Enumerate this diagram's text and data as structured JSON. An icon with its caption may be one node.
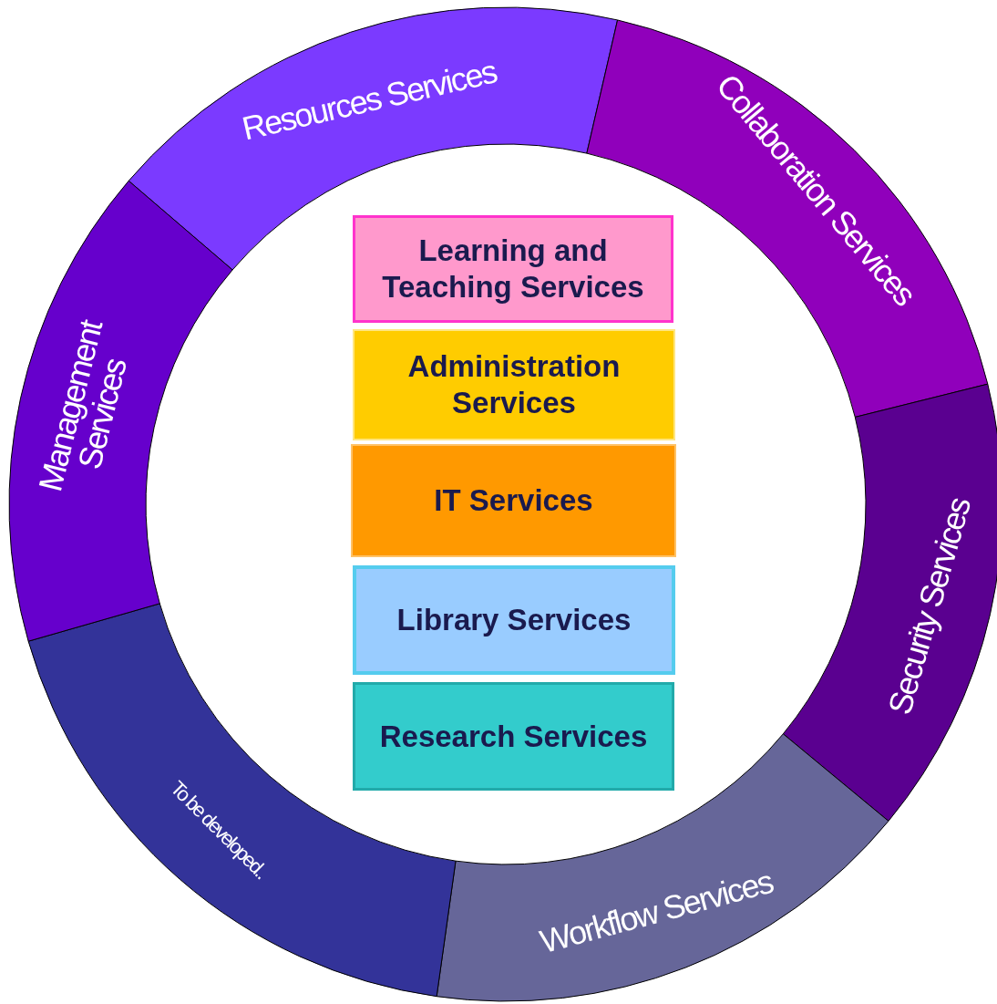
{
  "diagram": {
    "nodes": [
      {
        "text": [
          "Resources Services"
        ]
      },
      {
        "text": [
          "Collaboration Services"
        ]
      },
      {
        "text": [
          "Security Services"
        ]
      },
      {
        "text": [
          "Workflow Services"
        ]
      },
      {
        "text": [
          "To be developed.."
        ]
      },
      {
        "text": [
          "Management Services"
        ]
      },
      {
        "text": [
          "Learning and Teaching Services"
        ]
      },
      {
        "text": [
          "Administration Services"
        ]
      },
      {
        "text": [
          "IT Services"
        ]
      },
      {
        "text": [
          "Library Services"
        ]
      },
      {
        "text": [
          "Research Services"
        ]
      }
    ]
  }
}
